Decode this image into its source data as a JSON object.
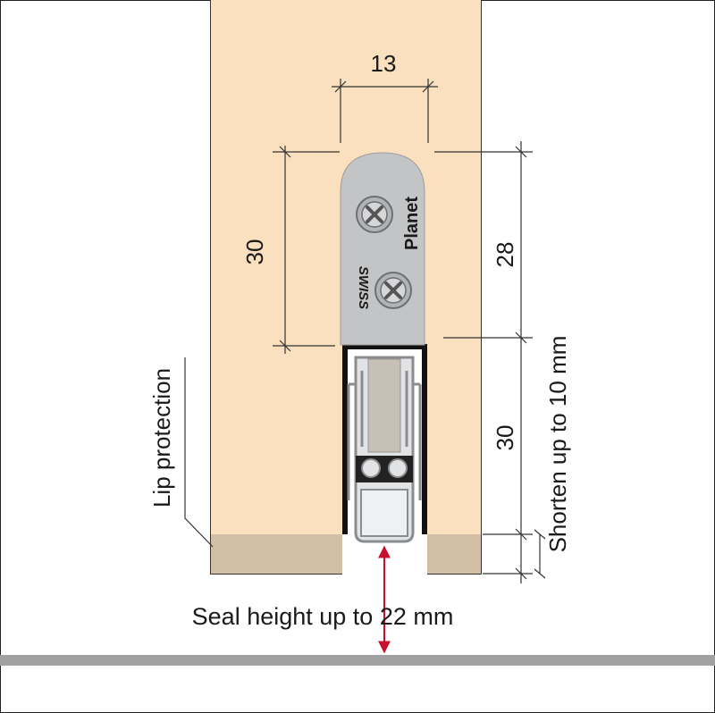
{
  "dimensions": {
    "top_width": "13",
    "left_height": "30",
    "right_upper": "28",
    "right_lower": "30"
  },
  "labels": {
    "lip_protection": "Lip protection",
    "shorten": "Shorten up to 10 mm",
    "seal_height": "Seal height up to 22 mm"
  },
  "plate": {
    "brand_top": "Planet",
    "brand_bottom": "SWISS"
  },
  "colors": {
    "wood": "#fae0be",
    "lip": "#d3bfa6",
    "plate": "#c3c4c6",
    "floor": "#a1a1a1",
    "arrow": "#c8102e"
  }
}
